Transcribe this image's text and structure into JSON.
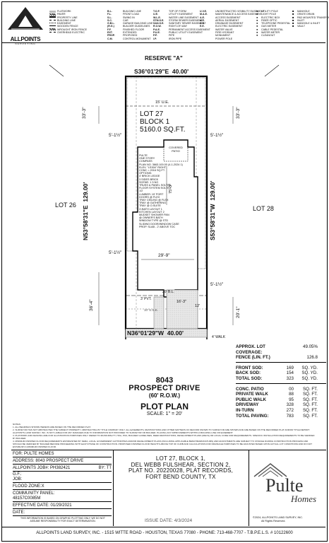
{
  "company": {
    "logo_text": "ALLPOINTS",
    "logo_sub": "SURVEYING"
  },
  "legend": {
    "lines": [
      "FLATWORK",
      "PAVER",
      "PROPERTY LINE",
      "BUILDING LINE",
      "EASEMENT",
      "WOODEN FENCE",
      "WROUGHT IRON FENCE",
      "OVERHEAD ELECTRIC"
    ],
    "abbr1": [
      {
        "k": "B.L.",
        "v": "BUILDING LINE"
      },
      {
        "k": "F.L.",
        "v": "FRONT LOAD"
      },
      {
        "k": "S.L.",
        "v": "SWING IN"
      },
      {
        "k": "S.C.",
        "v": "CAR"
      },
      {
        "k": "G.B.L.",
        "v": "GARAGE BUILDING LINE"
      },
      {
        "k": "(R.G.)",
        "v": "BUILDER GUIDELINES"
      },
      {
        "k": "F.F.",
        "v": "FINISHED FLOOR"
      },
      {
        "k": "EXT.",
        "v": "EXTENDED"
      },
      {
        "k": "PROP.",
        "v": "PROPOSED"
      },
      {
        "k": "C.M.",
        "v": "CONTROL MONUMENT"
      }
    ],
    "abbr2": [
      {
        "k": "T.O.F.",
        "v": "TOP OF FORM"
      },
      {
        "k": "U.E.",
        "v": "UTILITY EASEMENT"
      },
      {
        "k": "W.L.E.",
        "v": "WATER LINE EASEMENT"
      },
      {
        "k": "STM.S.E.",
        "v": "STORM SEWER EASEMENT"
      },
      {
        "k": "SAN.S.E.",
        "v": "SANITARY SEWER EASEMENT"
      },
      {
        "k": "R.O.W.",
        "v": "RIGHT-OF-WAY"
      },
      {
        "k": "P.A.E.",
        "v": "PERMANENT ACCESS EASEMENT"
      },
      {
        "k": "P.U.E.",
        "v": "PUBLIC UTILITY EASEMENT"
      },
      {
        "k": "P.P.",
        "v": "PIPE"
      },
      {
        "k": "I.P.",
        "v": "IRON PIPE"
      }
    ],
    "abbr3": [
      {
        "k": "U.V.E.",
        "v": "UNOBSTRUCTED VISIBILITY EASEMENT"
      },
      {
        "k": "M.A.E.",
        "v": "MAINTENANCE & ACCESS EASEMENT"
      },
      {
        "k": "A.E.",
        "v": "ACCESS EASEMENT"
      },
      {
        "k": "A.E.",
        "v": "AERIAL EASEMENT"
      },
      {
        "k": "D.E.",
        "v": "DRAINAGE EASEMENT"
      },
      {
        "k": "E.E.",
        "v": "ELECTRIC EASEMENT"
      },
      {
        "k": "",
        "v": "WATER VALVE"
      },
      {
        "k": "",
        "v": "FIRE HYDRANT"
      },
      {
        "k": "",
        "v": "MONUMENT"
      },
      {
        "k": "",
        "v": "POWER POLE"
      }
    ],
    "abbr4": [
      "UTILITY POLE",
      "LIGHT POLE",
      "ELECTRIC BOX",
      "FIBER OPTIC",
      "TELEPHONE PEDESTAL",
      "GAS METER",
      "CABLE PEDESTAL",
      "WATER METER",
      "CLEANOUT"
    ],
    "abbr5": [
      "MANHOLE",
      "GRATE DRAIN",
      "PAD MOUNTED TRANSFORMER",
      "INLET",
      "MANHOLE & INLET",
      "VAULT"
    ]
  },
  "plan": {
    "reserve": "RESERVE \"A\"",
    "top_bearing": "S36°01'29\"E",
    "top_dist": "40.00'",
    "ue_top": "15' U.E.",
    "lot_title": "LOT 27",
    "block": "BLOCK 1",
    "area": "5160.0 SQ.FT.",
    "left_lot": "LOT 26",
    "right_lot": "LOT 28",
    "left_bearing": "N53°58'31\"E",
    "left_dist": "129.00'",
    "right_bearing": "S53°58'31\"W",
    "right_dist": "129.00'",
    "bottom_bearing": "N36°01'29\"W",
    "bottom_dist": "40.00'",
    "dim_top_left": "33'-3\"",
    "dim_top_right": "33'-3\"",
    "side_left_top": "5'-1½\"",
    "side_right_top": "5'-1½\"",
    "side_left_mid": "5'-1½\"",
    "side_right_mid": "5'-1½\"",
    "dim_left_low": "36'-4\"",
    "dim_right_low": "20'-1\"",
    "dim_75": "75'-3\"",
    "width_dim": "29'-9\"",
    "covered_patio": "COVERED PATIO",
    "bl_20": "20' B.L.",
    "ue_10": "10' S.S.E.",
    "pvt": "3' PVT.",
    "dim_16": "16'-3\"",
    "dim_12": "12'",
    "walk": "4' WALK",
    "house_spec": [
      "PULTE",
      "ONE STORY",
      "COMPASS",
      "PLAN NO. 3663.100.00 (4-1-2024 1)",
      "ELEV. \"LS304\" RIGHT",
      "CONC = 2016 SQ.FT.",
      "OPTIONS:",
      "4' BRICK LEDGE",
      "3 SIDES BRICK",
      "SCENE: 1 3 NO",
      "TRUSS & PANEL SOLTEX",
      "FLOOR SYSTEM SOLTEX",
      "1/2",
      "LUMBER: 19' PORT",
      "DOORS @ FLEX",
      "TRAY CEILING @ FLEX",
      "TRAY @ GATHERING",
      "TRAY @ O.SUITE",
      "O.BATH LAYOUT 1",
      "KITCHEN LAYOUT 2",
      "MUDSET SHOWER PAN",
      "@ OWNER'S BATH",
      "WINDOW TYPE @ STD",
      "SLIDING DOOR/WINDOW CASE",
      "PROP. SLAB - 2' ABOVE TOC"
    ]
  },
  "coverage": [
    {
      "label": "APPROX. LOT COVERAGE:",
      "value": "49.05%"
    },
    {
      "label": "FENCE (LIN. FT.)",
      "value": "126.8"
    }
  ],
  "sod": [
    {
      "label": "FRONT SOD:",
      "qty": "169",
      "unit": "SQ. YD."
    },
    {
      "label": "BACK SOD:",
      "qty": "154",
      "unit": "SQ. YD."
    },
    {
      "label": "TOTAL SOD:",
      "qty": "323",
      "unit": "SQ. YD."
    }
  ],
  "paving": [
    {
      "label": "CONC. PATIO",
      "qty": "00",
      "unit": "SQ. FT."
    },
    {
      "label": "PRIVATE WALK",
      "qty": "88",
      "unit": "SQ. FT."
    },
    {
      "label": "PUBLIC WALK",
      "qty": "95",
      "unit": "SQ. FT."
    },
    {
      "label": "DRIVEWAY",
      "qty": "328",
      "unit": "SQ. FT."
    },
    {
      "label": "IN-TURN",
      "qty": "272",
      "unit": "SQ. FT."
    },
    {
      "label": "TOTAL PAVING:",
      "qty": "783",
      "unit": "SQ. FT."
    }
  ],
  "street": {
    "number": "8043",
    "name": "PROSPECT DRIVE",
    "row": "(60' R.O.W.)"
  },
  "title": {
    "plot_plan": "PLOT PLAN",
    "scale": "SCALE: 1\" = 20'"
  },
  "notes": "NOTES:\n1. ALL BEARINGS SHOWN HEREON ARE BASED ON THE RECORDED PLAT.\n2. SURVEYOR HAS NOT ABSTRACTED THE SUBJECT PROPERTY. ABSTRACTING BY TITLE COMPANY ONLY. ALL EASEMENTS, RESTRICTIONS AND OTHER MATTERS OF RECORD KNOWN TO SURVEYOR ARE SHOWN AND ARE BASED ON THE RECORDED PLAT AND/OR TITLE REPORT. ALLPOINTS LAND SURVEY, INC. IS NOT LIABLE FOR ANY DAMAGES DUE TO INFORMATION NOT PROVIDED TO SURVEYOR OR BUILDER. PLACING ANY IMPROVEMENTS WITHIN A BUILDING LINE OR EASEMENT.\n3. PLATWORK AND FENCING ARE FOR ILLUSTRATION PURPOSES ONLY. REFER TO MUNICIPALITY, HOA, POA, BUILDER GUIDELINES, DEED RESTRICTIONS, DEVELOPMENT PLANS (RECS) OR LOCAL CODE FOR REQUIREMENTS. SPECIFIC INSTALLATION REQUIREMENTS TO BE VERIFIED BY BUILDER.\n4. MINIMUM FINISHED FLOOR REQUIREMENTS ESTABLISHED BY FEMA, LOCAL GOVERNMENT AUTHORITIES AND/OR DEVELOPMENT PLANS (INCLUDING APPLICABLE BENCHMARK/DATUMS) AND ADJUSTMENTS ARE SUBJECT TO CHANGE DURING CONSTRUCTION PROCESS AND SHOULD BE VERIFIED BY BUILDER BEFORE PROCEEDING WITH EACH PHASE OF CONSTRUCTION. PROPOSED FINISHED FLOOR HEIGHTS ABOVE TOP OF CURB AND CALCULATIONS FOR DRAINAGE PURPOSES TO BE ADJUSTED BASED UPON ACTUAL LOT CONDITIONS AND DO NOT ESTABLISH A MINIMUM FINISHED FLOOR.",
  "info": {
    "client": "FOR:  PULTE HOMES",
    "address": "ADDRESS: 8043 PROSPECT DRIVE",
    "job": "ALLPOINTS JOB#: PH382421",
    "by": "BY: TT",
    "gf": "G.F.:",
    "job2": "JOB:",
    "flood": "FLOOD ZONE:X",
    "community_label": "COMMUNITY PANEL:",
    "community": "48157C0085M",
    "effective": "EFFECTIVE DATE: 01/29/2021",
    "date": "DATE:",
    "disclaimer": "THIS INFORMATION IS BASED ON GRAPHIC PLOTTING ONLY. WE DO NOT ASSUME RESPONSIBILITY FOR EXACT DETERMINATION."
  },
  "legal": {
    "line1": "LOT 27, BLOCK 1,",
    "line2": "DEL WEBB FULSHEAR, SECTION 2,",
    "line3": "PLAT NO. 20220028, PLAT RECORDS,",
    "line4": "FORT BEND COUNTY, TX",
    "issue": "ISSUE DATE: 4/3/2024"
  },
  "pulte": {
    "name": "Pulte",
    "sub": "Homes",
    "copyright": "©2024, ALLPOINTS LAND SURVEY, INC.",
    "rights": "All Rights Reserved."
  },
  "footer": "ALLPOINTS LAND SURVEY, INC. - 1515 WITTE ROAD - HOUSTON, TEXAS 77080 - PHONE: 713-468-7707 - T.B.P.E.L.S. # 10122600"
}
